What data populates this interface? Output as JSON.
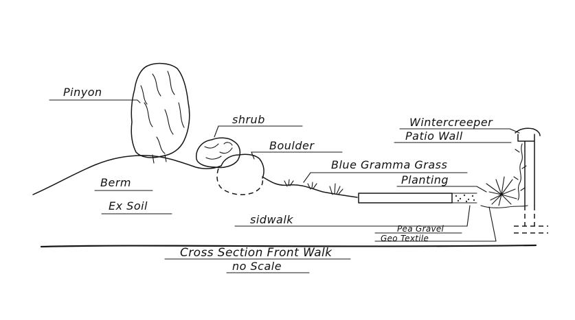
{
  "labels": {
    "pinyon": "Pinyon",
    "shrub": "shrub",
    "boulder": "Boulder",
    "grass": "Blue Gramma Grass",
    "wintercreeper": "Wintercreeper",
    "patio_wall": "Patio Wall",
    "planting": "Planting",
    "berm": "Berm",
    "ex_soil": "Ex Soil",
    "sidewalk": "sidwalk",
    "pea_gravel": "Pea Gravel",
    "geo_textile": "Geo Textile"
  },
  "title": {
    "main": "Cross Section Front Walk",
    "scale": "no Scale"
  }
}
